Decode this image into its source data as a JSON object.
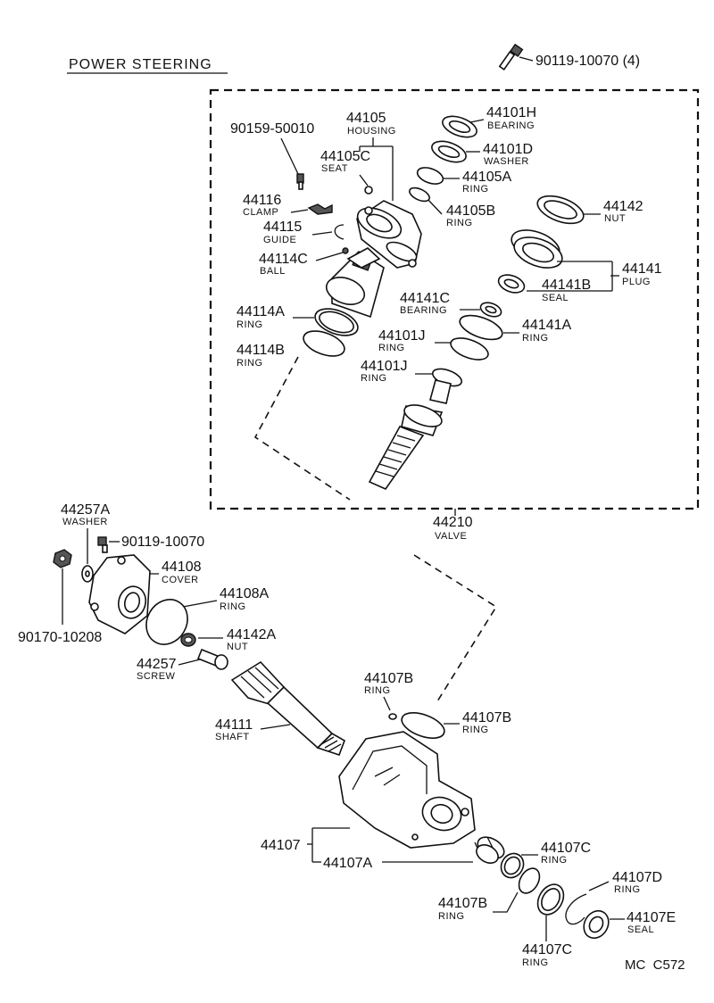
{
  "title": "POWER STEERING",
  "ref_code": "MC  C572",
  "parts": {
    "bolt_top": {
      "number": "90119-10070 (4)"
    },
    "p90159": {
      "number": "90159-50010"
    },
    "p44105": {
      "number": "44105",
      "name": "HOUSING"
    },
    "p44105C": {
      "number": "44105C",
      "name": "SEAT"
    },
    "p44101H": {
      "number": "44101H",
      "name": "BEARING"
    },
    "p44101D": {
      "number": "44101D",
      "name": "WASHER"
    },
    "p44105A": {
      "number": "44105A",
      "name": "RING"
    },
    "p44105B": {
      "number": "44105B",
      "name": "RING"
    },
    "p44116": {
      "number": "44116",
      "name": "CLAMP"
    },
    "p44115": {
      "number": "44115",
      "name": "GUIDE"
    },
    "p44114C": {
      "number": "44114C",
      "name": "BALL"
    },
    "p44142": {
      "number": "44142",
      "name": "NUT"
    },
    "p44141": {
      "number": "44141",
      "name": "PLUG"
    },
    "p44141B": {
      "number": "44141B",
      "name": "SEAL"
    },
    "p44141C": {
      "number": "44141C",
      "name": "BEARING"
    },
    "p44141A": {
      "number": "44141A",
      "name": "RING"
    },
    "p44114A": {
      "number": "44114A",
      "name": "RING"
    },
    "p44114B": {
      "number": "44114B",
      "name": "RING"
    },
    "p44101J_a": {
      "number": "44101J",
      "name": "RING"
    },
    "p44101J_b": {
      "number": "44101J",
      "name": "RING"
    },
    "p44210": {
      "number": "44210",
      "name": "VALVE"
    },
    "p44257A": {
      "number": "44257A",
      "name": "WASHER"
    },
    "bolt_cover": {
      "number": "90119-10070"
    },
    "p44108": {
      "number": "44108",
      "name": "COVER"
    },
    "p44108A": {
      "number": "44108A",
      "name": "RING"
    },
    "p90170": {
      "number": "90170-10208"
    },
    "p44142A": {
      "number": "44142A",
      "name": "NUT"
    },
    "p44257": {
      "number": "44257",
      "name": "SCREW"
    },
    "p44107B_a": {
      "number": "44107B",
      "name": "RING"
    },
    "p44107B_b": {
      "number": "44107B",
      "name": "RING"
    },
    "p44111": {
      "number": "44111",
      "name": "SHAFT"
    },
    "p44107": {
      "number": "44107"
    },
    "p44107A": {
      "number": "44107A"
    },
    "p44107C_a": {
      "number": "44107C",
      "name": "RING"
    },
    "p44107B_c": {
      "number": "44107B",
      "name": "RING"
    },
    "p44107D": {
      "number": "44107D",
      "name": "RING"
    },
    "p44107E": {
      "number": "44107E",
      "name": "SEAL"
    },
    "p44107C_b": {
      "number": "44107C",
      "name": "RING"
    }
  }
}
